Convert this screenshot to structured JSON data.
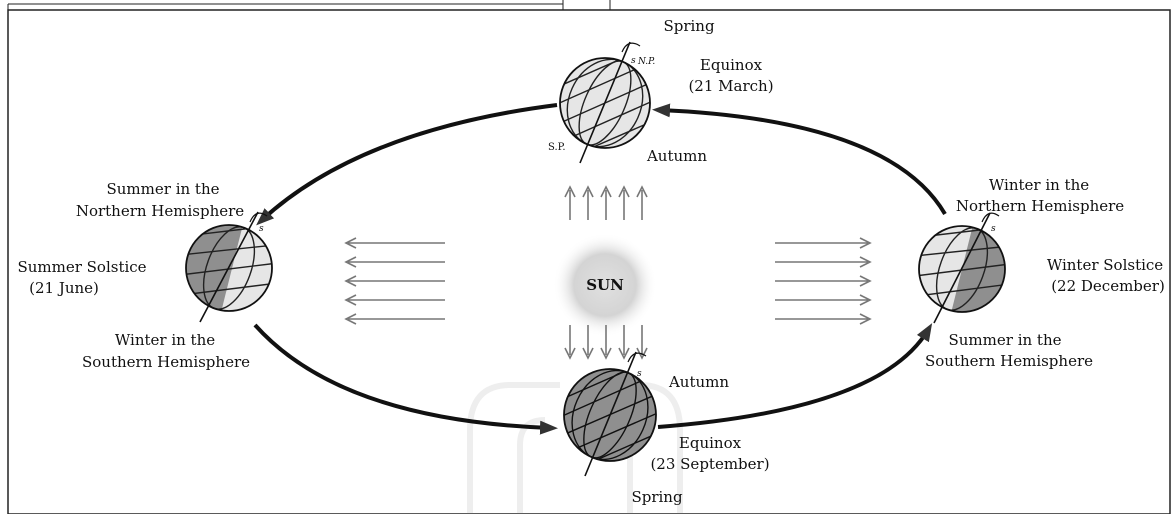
{
  "labels": {
    "top_spring": "Spring",
    "march_line1": "Equinox",
    "march_line2": "(21 March)",
    "top_autumn": "Autumn",
    "np": "N.P.",
    "sp": "S.P.",
    "s_marker": "s",
    "summer_nh_line1": "Summer in the",
    "summer_nh_line2": "Northern Hemisphere",
    "summer_solstice_line1": "Summer Solstice",
    "summer_solstice_line2": "(21 June)",
    "winter_sh_line1": "Winter in the",
    "winter_sh_line2": "Southern Hemisphere",
    "winter_nh_line1": "Winter in the",
    "winter_nh_line2": "Northern Hemisphere",
    "winter_solstice_line1": "Winter Solstice",
    "winter_solstice_line2": "(22 December)",
    "summer_sh_line1": "Summer in the",
    "summer_sh_line2": "Southern Hemisphere",
    "bottom_autumn": "Autumn",
    "sept_line1": "Equinox",
    "sept_line2": "(23 September)",
    "bottom_spring": "Spring",
    "sun": "SUN"
  },
  "colors": {
    "light_zone": "#e6e6e6",
    "dark_zone": "#8f8f8f",
    "line": "#111111",
    "ray": "#888888",
    "sun_glow": "#bdbdbd"
  }
}
